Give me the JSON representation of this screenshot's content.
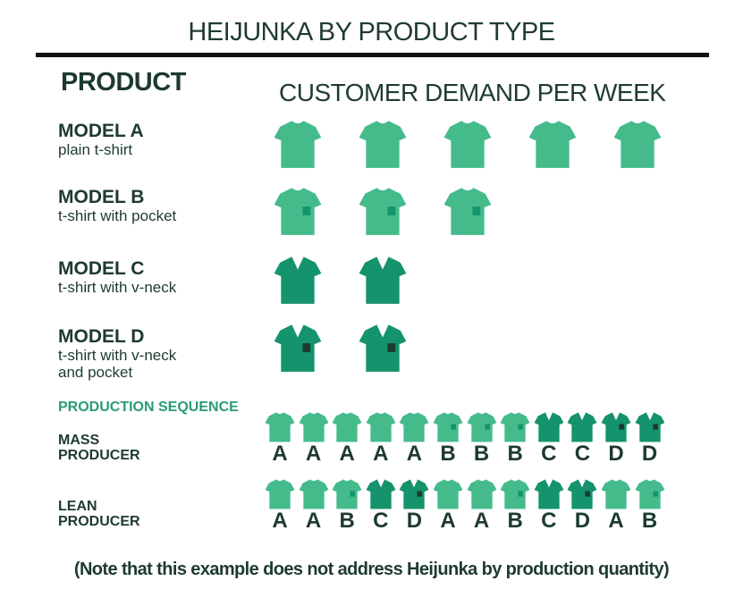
{
  "title": "HEIJUNKA BY PRODUCT TYPE",
  "headers": {
    "product": "PRODUCT",
    "demand": "CUSTOMER DEMAND PER WEEK"
  },
  "colors": {
    "light_green": "#45bb8c",
    "dark_green": "#14936c",
    "pocket_light": "#14936c",
    "pocket_dark": "#1c3a30",
    "text_dark": "#1d3a30",
    "accent_green": "#2a9b74"
  },
  "models": [
    {
      "id": "A",
      "name": "MODEL A",
      "desc": [
        "plain t-shirt"
      ],
      "demand": 5,
      "style": "crew",
      "pocket": false
    },
    {
      "id": "B",
      "name": "MODEL B",
      "desc": [
        "t-shirt with pocket"
      ],
      "demand": 3,
      "style": "crew",
      "pocket": true
    },
    {
      "id": "C",
      "name": "MODEL C",
      "desc": [
        "t-shirt with v-neck"
      ],
      "demand": 2,
      "style": "vneck",
      "pocket": false
    },
    {
      "id": "D",
      "name": "MODEL D",
      "desc": [
        "t-shirt with v-neck",
        "and pocket"
      ],
      "demand": 2,
      "style": "vneck",
      "pocket": true
    }
  ],
  "production_sequence": {
    "label": "PRODUCTION SEQUENCE",
    "rows": [
      {
        "label": [
          "MASS",
          "PRODUCER"
        ],
        "sequence": [
          "A",
          "A",
          "A",
          "A",
          "A",
          "B",
          "B",
          "B",
          "C",
          "C",
          "D",
          "D"
        ]
      },
      {
        "label": [
          "LEAN",
          "PRODUCER"
        ],
        "sequence": [
          "A",
          "A",
          "B",
          "C",
          "D",
          "A",
          "A",
          "B",
          "C",
          "D",
          "A",
          "B"
        ]
      }
    ]
  },
  "note": "(Note that this example does not address Heijunka by production quantity)"
}
